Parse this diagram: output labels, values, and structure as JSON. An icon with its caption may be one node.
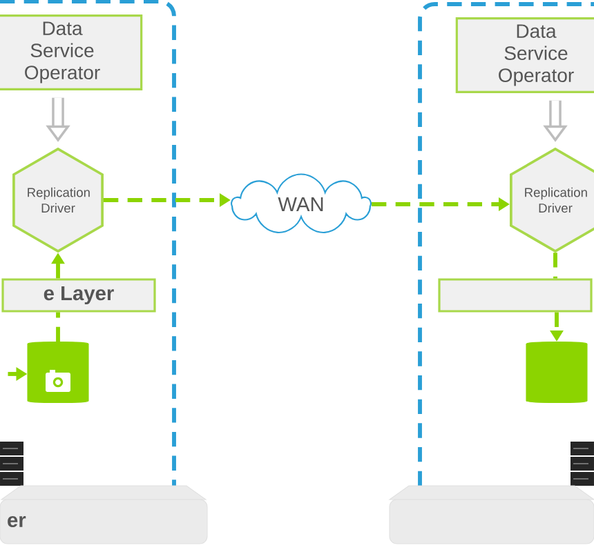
{
  "diagram": {
    "nodes": [
      {
        "text": [
          "Data Service Operator"
        ]
      },
      {
        "text": [
          "Replication Driver"
        ]
      },
      {
        "text": [
          "WAN"
        ]
      },
      {
        "text": [
          "Data Service Operator"
        ]
      },
      {
        "text": [
          "Replication Driver"
        ]
      },
      {
        "text": [
          "e Layer"
        ]
      },
      {
        "text": [],
        "shape": "cylinder"
      },
      {
        "text": [],
        "shape": "bar"
      },
      {
        "text": [],
        "shape": "cylinder"
      },
      {
        "text": [
          "er"
        ]
      },
      {
        "text": [],
        "shape": "box"
      }
    ],
    "edges": [
      {
        "from": 0,
        "to": 1,
        "arrow": "to",
        "style": "thick",
        "color": "#bdbdbd"
      },
      {
        "from": 1,
        "to": 2,
        "arrow": "to",
        "style": "dashed"
      },
      {
        "from": 2,
        "to": 4,
        "arrow": "to",
        "style": "dashed"
      },
      {
        "from": 3,
        "to": 4,
        "arrow": "to",
        "style": "thick",
        "color": "#bdbdbd"
      },
      {
        "from": 6,
        "to": 5,
        "arrow": "none",
        "style": "dashed"
      },
      {
        "from": 5,
        "to": 1,
        "arrow": "to",
        "style": "dashed"
      },
      {
        "from": 4,
        "to": 7,
        "arrow": "none",
        "style": "dashed"
      },
      {
        "from": 7,
        "to": 8,
        "arrow": "to",
        "style": "dashed"
      },
      {
        "from": null,
        "to": 6,
        "arrow": "to"
      }
    ]
  }
}
